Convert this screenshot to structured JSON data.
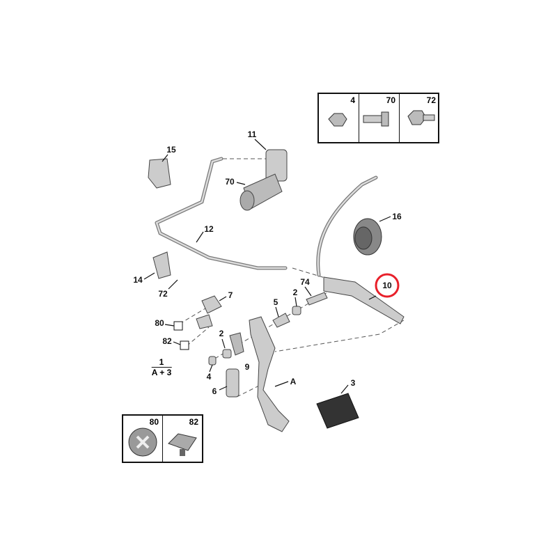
{
  "title": "Clutch pedal and master cylinder parts diagram",
  "highlight_color": "#e8202a",
  "highlighted_part": "10",
  "top_legend_box": {
    "cells": [
      {
        "number": "4",
        "icon": "flange-nut-icon"
      },
      {
        "number": "70",
        "icon": "bolt-icon"
      },
      {
        "number": "72",
        "icon": "flange-bolt-icon"
      }
    ]
  },
  "bottom_legend_box": {
    "cells": [
      {
        "number": "80",
        "icon": "retaining-clip-icon"
      },
      {
        "number": "82",
        "icon": "switch-clip-icon"
      }
    ]
  },
  "labels": {
    "p11": "11",
    "p15": "15",
    "p70": "70",
    "p16": "16",
    "p12": "12",
    "p10": "10",
    "p14": "14",
    "p72": "72",
    "p7": "7",
    "p74": "74",
    "p5": "5",
    "p2a": "2",
    "p80": "80",
    "p82": "82",
    "p2b": "2",
    "p9": "9",
    "p4": "4",
    "p6": "6",
    "pA": "A",
    "p3": "3"
  },
  "assembly_note": {
    "numerator": "1",
    "denominator": "A + 3"
  }
}
